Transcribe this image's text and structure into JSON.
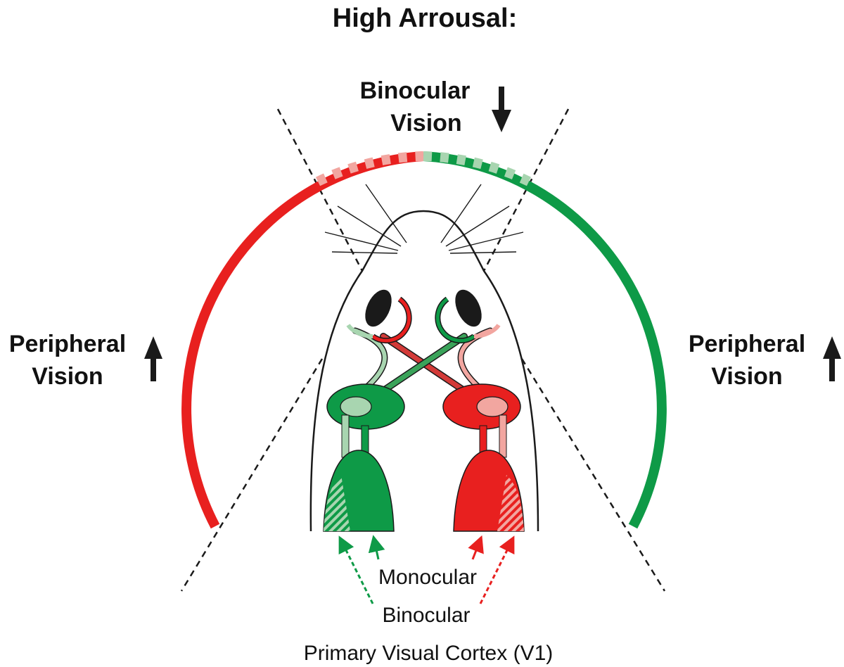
{
  "title": "High Arrousal:",
  "binocular_vision": {
    "line1": "Binocular",
    "line2": "Vision"
  },
  "peripheral_left": {
    "line1": "Peripheral",
    "line2": "Vision"
  },
  "peripheral_right": {
    "line1": "Peripheral",
    "line2": "Vision"
  },
  "legend": {
    "monocular": "Monocular",
    "binocular": "Binocular"
  },
  "caption": "Primary Visual Cortex (V1)",
  "arrows": {
    "binocular": "down",
    "peripheral_left": "up",
    "peripheral_right": "up"
  },
  "colors": {
    "red": "#e8201f",
    "red_light": "#f2a6a0",
    "green": "#0e9a47",
    "green_light": "#a8d5b0",
    "ink": "#1a1a1a"
  }
}
